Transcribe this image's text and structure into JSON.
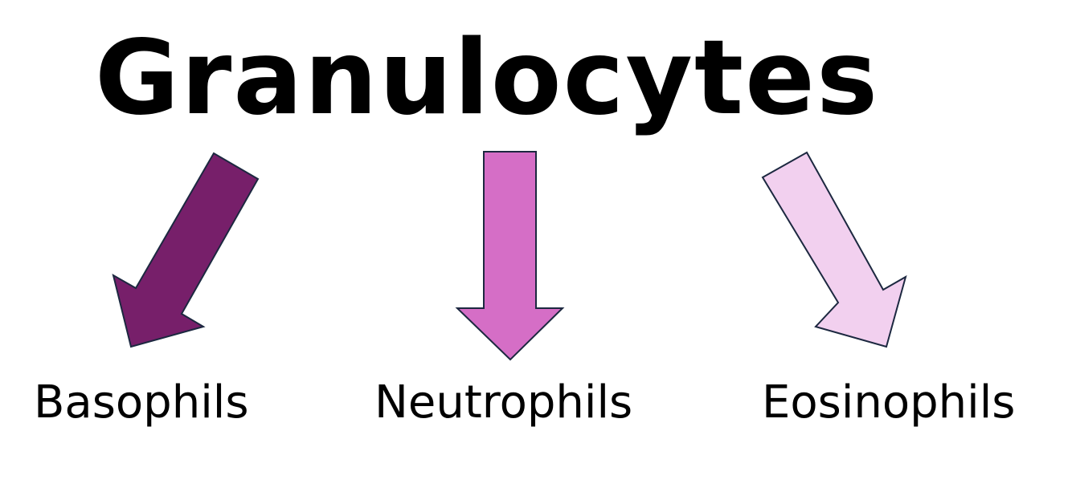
{
  "title": "Granulocytes",
  "branches": [
    {
      "label": "Basophils",
      "arrow_color": "#771f6a"
    },
    {
      "label": "Neutrophils",
      "arrow_color": "#d56ec6"
    },
    {
      "label": "Eosinophils",
      "arrow_color": "#f2d0ef"
    }
  ],
  "arrow_outline_color": "#1c2840"
}
